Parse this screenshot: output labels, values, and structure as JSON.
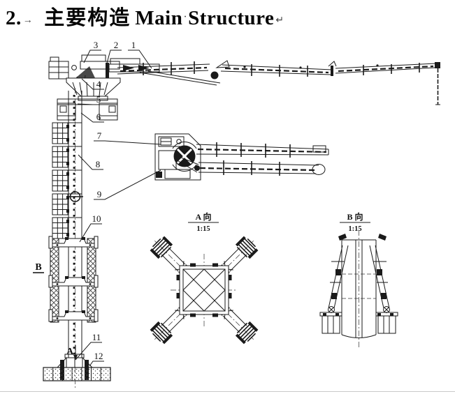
{
  "heading": {
    "number": "2.",
    "tab_mark": "→",
    "title_zh": "主要构造",
    "title_en_word1": "Main",
    "separator_mark": "·",
    "title_en_word2": "Structure",
    "paragraph_mark": "↵"
  },
  "callouts": {
    "c1": "1",
    "c2": "2",
    "c3": "3",
    "c4": "4",
    "c5": "5",
    "c6": "6",
    "c7": "7",
    "c8": "8",
    "c9": "9",
    "c10": "10",
    "c11": "11",
    "c12": "12"
  },
  "view_markers": {
    "a": "A",
    "b": "B"
  },
  "section_views": {
    "view_a": {
      "name": "A 向",
      "scale": "1:15"
    },
    "view_b": {
      "name": "B 向",
      "scale": "1:15"
    }
  },
  "colors": {
    "line": "#1a1a1a",
    "background": "#ffffff"
  }
}
